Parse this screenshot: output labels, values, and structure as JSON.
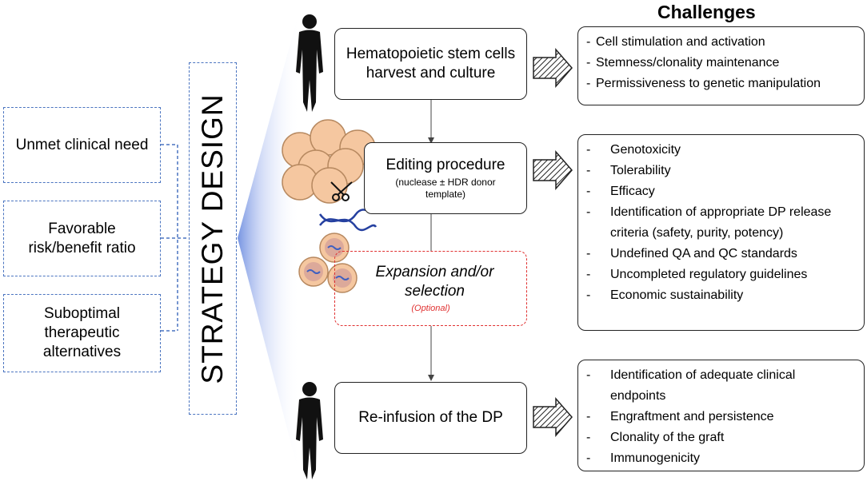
{
  "title": "Challenges",
  "strategy_label": "STRATEGY DESIGN",
  "needs": [
    "Unmet clinical need",
    "Favorable risk/benefit ratio",
    "Suboptimal therapeutic alternatives"
  ],
  "steps": {
    "harvest": "Hematopoietic stem cells harvest and culture",
    "editing": {
      "title": "Editing procedure",
      "subtitle": "(nuclease ± HDR donor template)"
    },
    "expansion": {
      "title": "Expansion and/or selection",
      "subtitle": "(Optional)"
    },
    "reinfusion": "Re-infusion of the DP"
  },
  "challenges": {
    "harvest": [
      "Cell stimulation and activation",
      "Stemness/clonality maintenance",
      "Permissiveness to genetic manipulation"
    ],
    "editing": [
      "Genotoxicity",
      "Tolerability",
      "Efficacy",
      "Identification of appropriate DP release criteria (safety, purity, potency)",
      "Undefined QA and QC standards",
      "Uncompleted regulatory guidelines",
      "Economic sustainability"
    ],
    "reinfusion": [
      "Identification of adequate clinical endpoints",
      "Engraftment and persistence",
      "Clonality of the graft",
      "Immunogenicity"
    ]
  },
  "colors": {
    "dashed_blue": "#4a74c0",
    "optional_red": "#e03030",
    "cell_fill": "#f5c7a0",
    "cone": "#8fa8e8"
  }
}
